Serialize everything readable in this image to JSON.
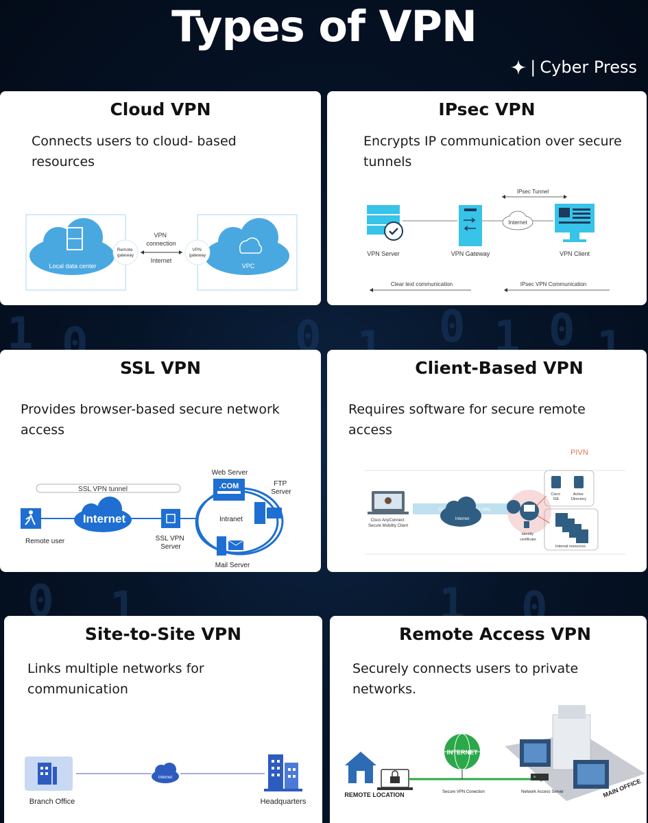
{
  "title": "Types of VPN",
  "brand": {
    "name": "Cyber Press",
    "separator": "|",
    "icon": "sparkle-icon"
  },
  "cards": [
    {
      "title": "Cloud VPN",
      "description": "Connects users to cloud- based resources",
      "diagram": {
        "left_label": "Local data center",
        "right_label": "VPC",
        "left_gateway": [
          "Remote",
          "gateway"
        ],
        "right_gateway": [
          "VPN",
          "gateway"
        ],
        "link_top": [
          "VPN",
          "connection"
        ],
        "link_bottom": "Internet"
      }
    },
    {
      "title": "IPsec VPN",
      "description": "Encrypts IP communication over secure tunnels",
      "diagram": {
        "tunnel": "IPsec Tunnel",
        "server": "VPN Server",
        "gateway": "VPN Gateway",
        "client": "VPN Client",
        "internet": "Internet",
        "clear": "Clear text communication",
        "ipsec": "IPsec VPN Communication"
      }
    },
    {
      "title": "SSL VPN",
      "description": "Provides browser-based secure network access",
      "diagram": {
        "tunnel": "SSL VPN tunnel",
        "internet": "Internet",
        "remote_user": "Remote user",
        "server": [
          "SSL VPN",
          "Server"
        ],
        "intranet": "Intranet",
        "web_server": "Web Server",
        "com": ".COM",
        "ftp_server": [
          "FTP",
          "Server"
        ],
        "mail_server": "Mail Server"
      }
    },
    {
      "title": "Client-Based VPN",
      "description": "Requires software for secure remote access",
      "diagram": {
        "corner": "PIVN",
        "client": [
          "Cisco AnyConnect",
          "Secure Mobility Client"
        ],
        "tunnel": "Cisco AnyConnect TLS VPN",
        "internet": "Internet",
        "ise": [
          "Cisco",
          "ISE"
        ],
        "ad": [
          "Active",
          "Directory"
        ],
        "cert": [
          "Identity",
          "certificate"
        ],
        "resources": "Internal resources"
      }
    },
    {
      "title": "Site-to-Site VPN",
      "description": "Links multiple networks for communication",
      "diagram": {
        "left": "Branch Office",
        "right": "Headquarters",
        "cloud": "Internet"
      }
    },
    {
      "title": "Remote Access VPN",
      "description": "Securely connects users to private networks.",
      "diagram": {
        "remote": "REMOTE LOCATION",
        "internet": "INTERNET",
        "connection": "Secure VPN Conection",
        "nas": "Network Access Server",
        "main": "MAIN OFFICE"
      }
    }
  ]
}
